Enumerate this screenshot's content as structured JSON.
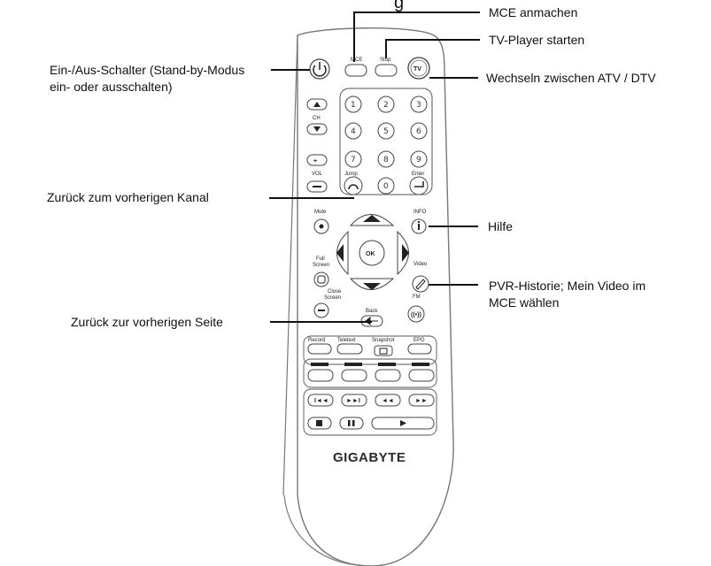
{
  "partial_title": "g",
  "brand": "GIGABYTE",
  "callouts": {
    "mce_on": "MCE anmachen",
    "tv_player": "TV-Player starten",
    "power_line1": "Ein-/Aus-Schalter (Stand-by-Modus",
    "power_line2": "ein- oder ausschalten)",
    "atv_dtv": "Wechseln zwischen ATV / DTV",
    "prev_channel": "Zurück zum vorherigen Kanal",
    "help": "Hilfe",
    "pvr_line1": "PVR-Historie; Mein Video im",
    "pvr_line2": "MCE wählen",
    "prev_page": "Zurück zur vorherigen Seite"
  },
  "remote_labels": {
    "mce": "MCE",
    "stop": "Stop",
    "tv": "TV",
    "ch": "CH",
    "vol": "VOL",
    "jump": "Jump",
    "enter": "Enter",
    "mute": "Mute",
    "info": "INFO",
    "ok": "OK",
    "full": "Full",
    "screen": "Screen",
    "video": "Video",
    "close": "Close",
    "close_screen": "Screen",
    "fm": "FM",
    "back": "Back",
    "record": "Record",
    "teletext": "Teletext",
    "snapshot": "Snapshot",
    "epg": "EPG",
    "digits": [
      "1",
      "2",
      "3",
      "4",
      "5",
      "6",
      "7",
      "8",
      "9",
      "0"
    ]
  }
}
